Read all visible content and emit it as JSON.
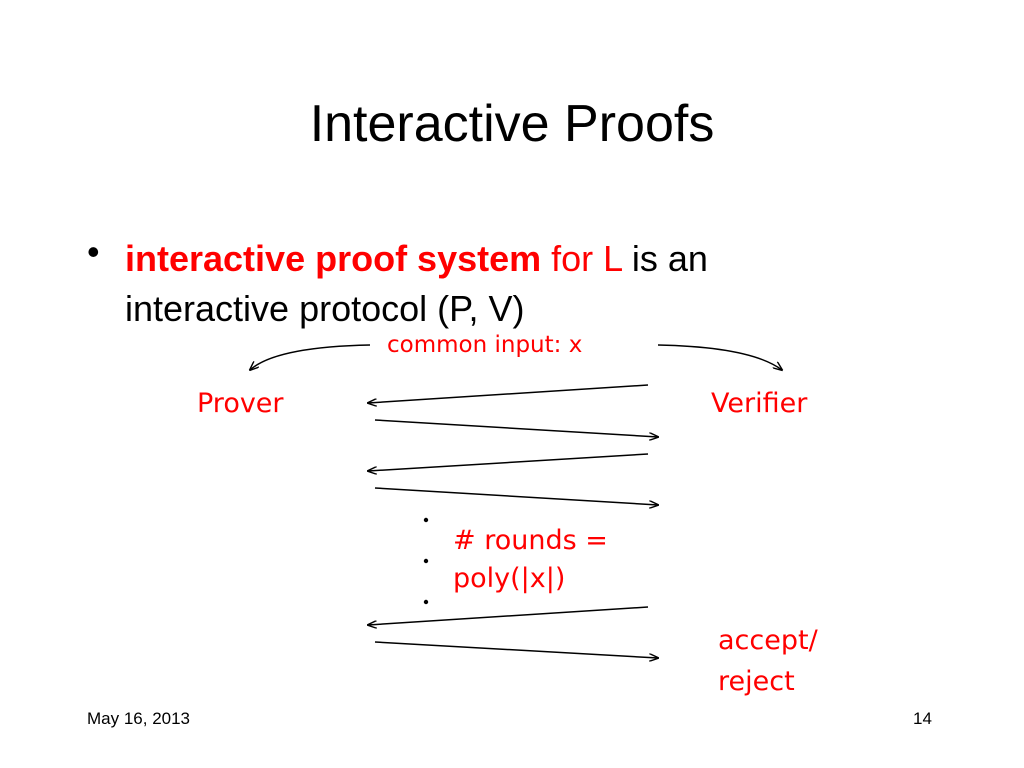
{
  "slide": {
    "title": "Interactive Proofs",
    "bullet_symbol": "•",
    "bullet": {
      "term": "interactive proof system",
      "for_text": " for L",
      "rest_line1": " is an",
      "line2": "interactive protocol (P, V)"
    },
    "footer": {
      "date": "May 16, 2013",
      "page": "14"
    }
  },
  "diagram": {
    "common_input": "common input: x",
    "prover": "Prover",
    "verifier": "Verifier",
    "rounds_line1": "# rounds =",
    "rounds_line2": "poly(|x|)",
    "outcome_line1": "accept/",
    "outcome_line2": "reject",
    "colors": {
      "accent": "#ff0000",
      "text": "#000000"
    }
  }
}
